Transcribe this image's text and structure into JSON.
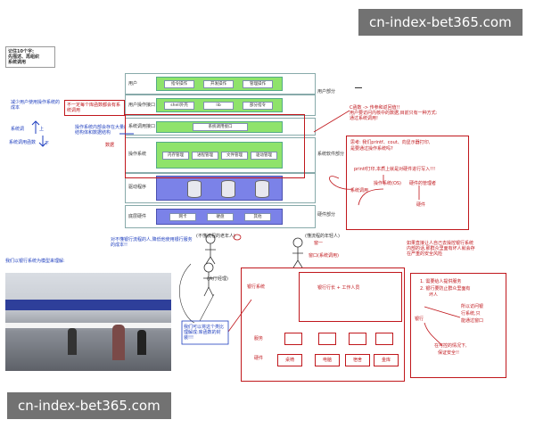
{
  "watermark": {
    "text": "cn-index-bet365.com"
  },
  "note_topleft": {
    "line1": "记住10个字:",
    "line2": "先描述、再组织",
    "line3": "系统调用"
  },
  "left_notes": {
    "reduce": "减少用户使用操作系统的成本",
    "syscall_top": "系统调",
    "up": "上",
    "syscall_func": "系统调用函数",
    "down": "下",
    "not_all": "不一定每个库函数都会有系统调用",
    "os_expose": "操作系统内部会存在大量的结构体和数据结构",
    "data": "数据"
  },
  "layers": [
    {
      "label": "用户",
      "pills": [
        "指令操作",
        "开发操作",
        "管理操作"
      ]
    },
    {
      "label": "用户操作接口",
      "pills": [
        "shell外壳",
        "lib",
        "部分指令"
      ]
    },
    {
      "label": "系统调用接口",
      "pills": [
        "系统调用接口"
      ]
    },
    {
      "label": "操作系统",
      "pills": [
        "内存管理",
        "进程管理",
        "文件管理",
        "驱动管理"
      ]
    },
    {
      "label": "驱动程序",
      "pills": [
        "",
        "",
        ""
      ]
    },
    {
      "label": "底层硬件",
      "pills": [
        "网卡",
        "硬盘",
        "其他"
      ]
    }
  ],
  "right_labels": {
    "top": "用户部分",
    "mid": "系统软件部分",
    "bot": "硬件部分"
  },
  "c_func_note": {
    "l1": "C函数 -> 传参和返回值!!",
    "l2": "用户要访问内核中的数据,目前只有一种方式:",
    "l3": "通过系统调用!"
  },
  "think_box": {
    "l1": "思考: 我们printf、cout、向显示器打印,",
    "l2": "是要通过操作系统吗?",
    "printf": "printf打印,本质上就是对硬件进行写入!!!",
    "os": "操作系统(OS)",
    "hw_mgr": "硬件的管理者",
    "sys": "系统调用",
    "hw": "硬件"
  },
  "bank_left_note": "对不懂银行流程的人,降低他使用银行服务的成本!!",
  "bank_label": "我们以银行系统为模型来理解:",
  "person1": "(不懂流程的老年人)",
  "person2": "(懂流程的年轻人)",
  "hall_manager": "(大厅经理)",
  "box_note": "我们可以将这个类比理解成:库函数的封装!!!",
  "window_label": "窗口(系统调用)",
  "window_num": "窗一",
  "bank_system": "银行系统",
  "teller": "银行行长 + 工作人员",
  "services": "服务",
  "hardware": "硬件",
  "bank_items": [
    "桌椅",
    "电脑",
    "宿舍",
    "金库"
  ],
  "right_note": {
    "l1": "如果直接让人自己去操控银行系统",
    "l2": "内部的话,那群众里面有坏人就会存",
    "l3": "在严重的安全风险"
  },
  "bank_rules": {
    "l1": "1. 需要给人提供服务",
    "l2": "2. 银行要防止群众里面有",
    "l3": "坏人",
    "bank": "银行",
    "l4": "所以访问银",
    "l5": "行系统,只",
    "l6": "能通过窗口",
    "l7": "在可控的情况下,",
    "l8": "保证安全!!"
  }
}
